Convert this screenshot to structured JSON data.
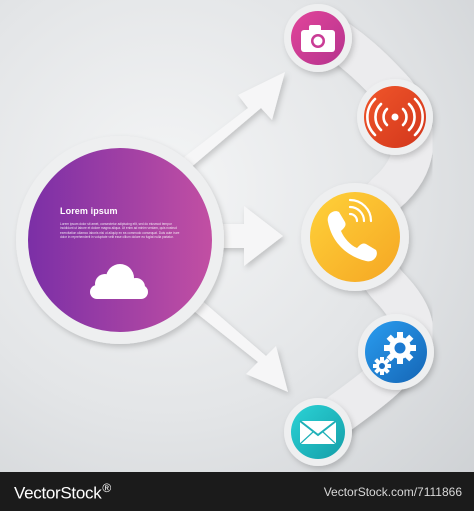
{
  "infographic": {
    "main_circle": {
      "title": "Lorem ipsum",
      "body": "Lorem ipsum dolor sit amet, consectetur adipiscing elit, sed do eiusmod tempor incididunt ut labore et dolore magna aliqua. Ut enim ad minim veniam, quis nostrud exercitation ullamco laboris nisi ut aliquip ex ea commodo consequat. Duis aute irure dolor in reprehenderit in voluptate velit esse cillum dolore eu fugiat nulla pariatur.",
      "icon": "cloud-icon",
      "gradient": [
        "#7b2fa6",
        "#c24fa3"
      ]
    },
    "arrows": [
      "arrow-up-right",
      "arrow-right",
      "arrow-down-right"
    ],
    "nodes": [
      {
        "icon": "camera-icon",
        "color": "#d93c8f",
        "color_end": "#b5338e"
      },
      {
        "icon": "wireless-signal-icon",
        "color": "#e94a1f",
        "color_end": "#d2361c"
      },
      {
        "icon": "phone-icon",
        "color": "#fcc12a",
        "color_end": "#f5a623"
      },
      {
        "icon": "gear-icon",
        "color": "#1f8be0",
        "color_end": "#1565b5"
      },
      {
        "icon": "envelope-icon",
        "color": "#21c2c7",
        "color_end": "#149ea8"
      }
    ]
  },
  "footer": {
    "brand": "VectorStock",
    "trademark": "®",
    "url": "VectorStock.com/7111866",
    "background": "#1b1b1b"
  }
}
